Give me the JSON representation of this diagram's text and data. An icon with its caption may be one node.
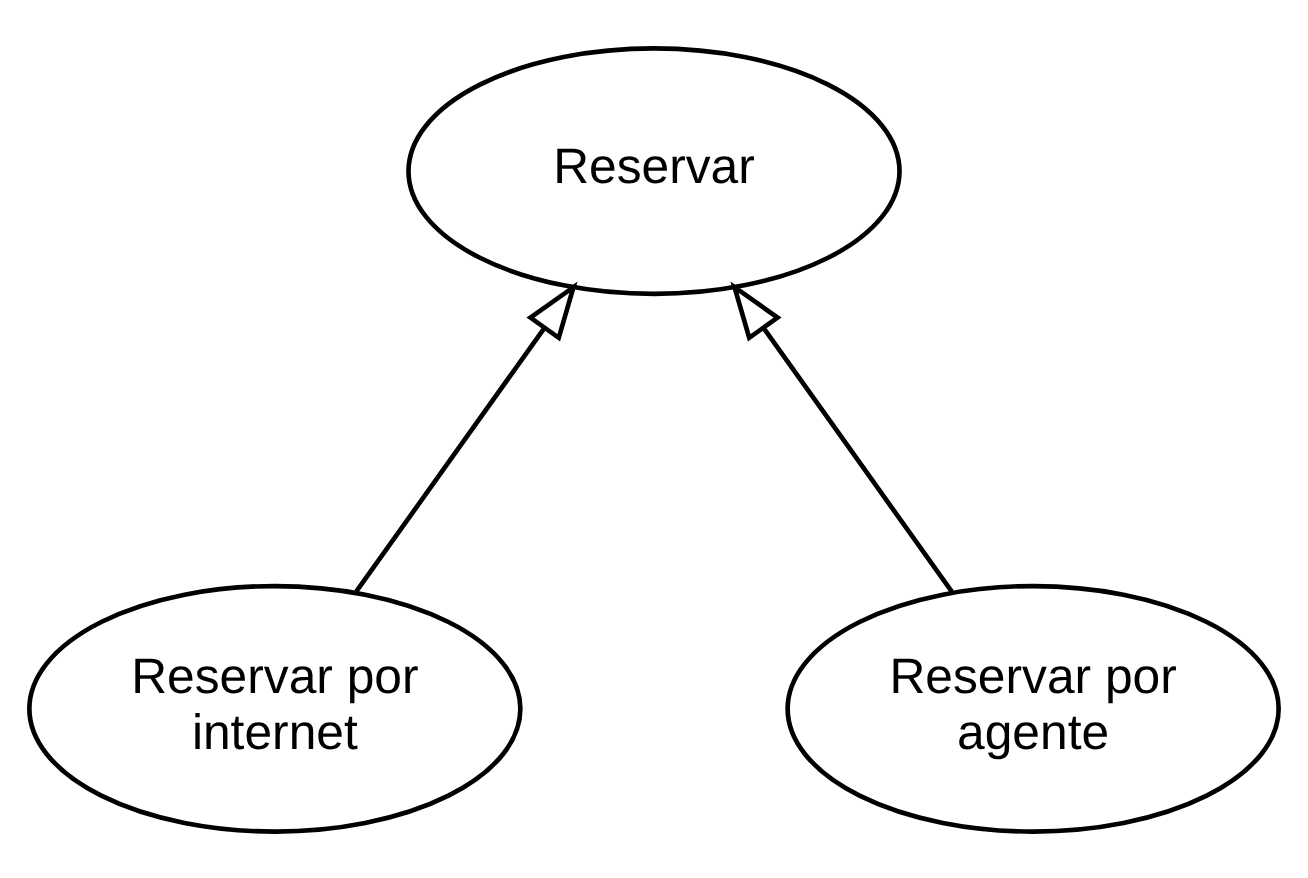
{
  "diagram": {
    "nodes": [
      {
        "text": [
          "Reservar"
        ]
      },
      {
        "text": [
          "Reservar por internet"
        ]
      },
      {
        "text": [
          "Reservar por agente"
        ]
      }
    ],
    "edges": [
      {
        "from": 1,
        "to": 0,
        "arrow": "to"
      },
      {
        "from": 2,
        "to": 0,
        "arrow": "to"
      }
    ]
  }
}
